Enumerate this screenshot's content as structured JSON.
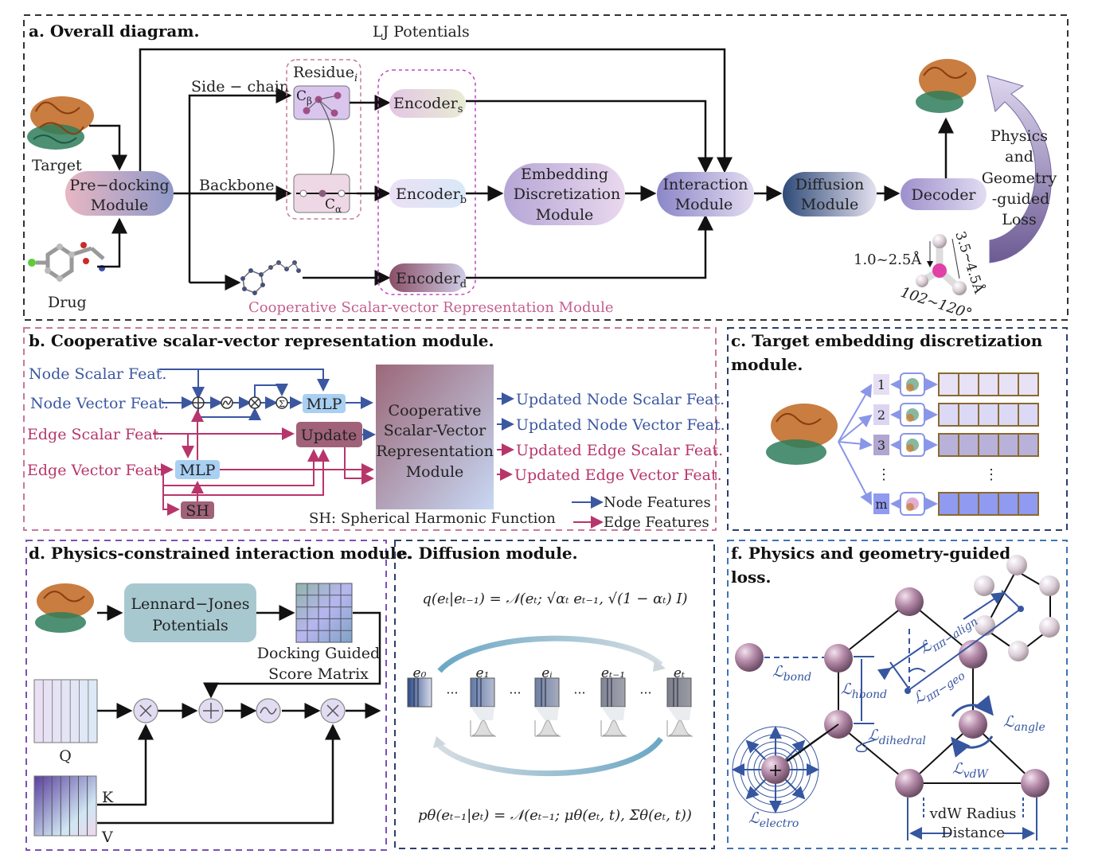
{
  "panels": {
    "a": {
      "title": "a. Overall diagram.",
      "lj_label": "LJ Potentials",
      "target_label": "Target",
      "drug_label": "Drug",
      "predocking": [
        "Pre−docking",
        "Module"
      ],
      "side_chain": "Side − chain",
      "backbone": "Backbone",
      "residue": "Residue",
      "residue_sub": "i",
      "c_beta": "C",
      "c_beta_sub": "β",
      "c_alpha": "C",
      "c_alpha_sub": "α",
      "encoder": "Encoder",
      "encoder_s_sub": "s",
      "encoder_b_sub": "b",
      "encoder_d_sub": "d",
      "embedding": [
        "Embedding",
        "Discretization",
        "Module"
      ],
      "interaction": [
        "Interaction",
        "Module"
      ],
      "diffusion": [
        "Diffusion",
        "Module"
      ],
      "decoder": "Decoder",
      "loss": [
        "Physics",
        "and",
        "Geometry",
        "-guided",
        "Loss"
      ],
      "csv_module": "Cooperative Scalar-vector Representation  Module",
      "hbond_dist": "1.0~2.5Å",
      "hbond_dist2": "3.5~4.5Å",
      "hbond_angle": "102~120°"
    },
    "b": {
      "title": "b. Cooperative scalar-vector representation module.",
      "inputs": [
        "Node Scalar Feat.",
        "Node Vector Feat.",
        "Edge Scalar Feat.",
        "Edge Vector Feat."
      ],
      "mlp": "MLP",
      "update": "Update",
      "sh": "SH",
      "sum": "Σ",
      "center": [
        "Cooperative",
        "Scalar-Vector",
        "Representation",
        "Module"
      ],
      "outputs": [
        "Updated Node Scalar Feat.",
        "Updated Node Vector Feat.",
        "Updated Edge Scalar Feat.",
        "Updated Edge Vector Feat."
      ],
      "sh_note": "SH: Spherical Harmonic Function",
      "legend_node": "Node Features",
      "legend_edge": "Edge Features"
    },
    "c": {
      "title_line1": "c. Target embedding discretization",
      "title_line2": "module.",
      "indices": [
        "1",
        "2",
        "3",
        "m"
      ],
      "ellipsis": "⋮"
    },
    "d": {
      "title": "d. Physics-constrained interaction module.",
      "lj": [
        "Lennard−Jones",
        "Potentials"
      ],
      "score": [
        "Docking Guided",
        "Score Matrix"
      ],
      "q": "Q",
      "k": "K",
      "v": "V"
    },
    "e": {
      "title": "e. Diffusion module.",
      "forward_eq": "q(eₜ|eₜ₋₁) = 𝒩(eₜ; √αₜ eₜ₋₁, √(1 − αₜ) I)",
      "reverse_eq": "pθ(eₜ₋₁|eₜ) = 𝒩(eₜ₋₁; μθ(eₜ, t), Σθ(eₜ, t))",
      "states": [
        "e₀",
        "e₁",
        "eᵢ",
        "eₜ₋₁",
        "eₜ"
      ],
      "dots": "···"
    },
    "f": {
      "title_line1": "f. Physics and geometry-guided",
      "title_line2": "loss.",
      "l_bond": "bond",
      "l_hbond": "hbond",
      "l_pialign": "ππ−align",
      "l_pigeo": "ππ−geo",
      "l_dihedral": "dihedral",
      "l_angle": "angle",
      "l_vdw": "vdW",
      "l_electro": "electro",
      "script_l": "ℒ",
      "vdw_radius": "vdW Radius",
      "distance": "Distance",
      "plus": "+"
    }
  },
  "colors": {
    "node_blue": "#3b57a0",
    "edge_pink": "#b8356b",
    "csv_pink": "#c4608f",
    "frame_dark": "#333333",
    "frame_pink": "#c77a9a",
    "frame_navy": "#2c3e6b",
    "frame_purple": "#7a52b3",
    "frame_blue": "#3f74b3",
    "loss_blue": "#3656a0"
  }
}
